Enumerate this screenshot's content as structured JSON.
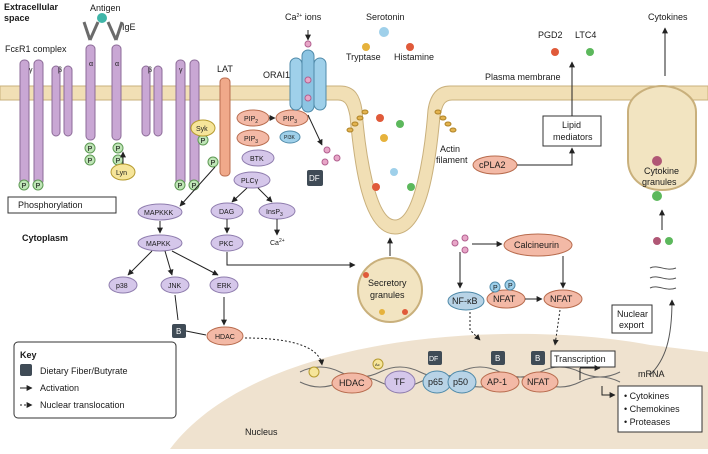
{
  "regions": {
    "extracellular_line1": "Extracellular",
    "extracellular_line2": "space",
    "cytoplasm": "Cytoplasm",
    "nucleus": "Nucleus",
    "plasma_membrane": "Plasma membrane"
  },
  "receptor": {
    "complex": "FcεR1 complex",
    "antigen": "Antigen",
    "ige": "IgE",
    "gamma": "γ",
    "beta": "β",
    "alpha": "α",
    "phosphorylation": "Phosphorylation",
    "p": "P"
  },
  "kinases": {
    "lyn": "Lyn",
    "syk": "Syk",
    "lat": "LAT",
    "mapkkk": "MAPKKK",
    "mapkk": "MAPKK",
    "p38": "p38",
    "jnk": "JNK",
    "erk": "ERK",
    "hdac": "HDAC"
  },
  "lipid_signaling": {
    "pip2_1": "PIP",
    "pip2_1_sub": "2",
    "pip3": "PIP",
    "pip3_sub": "3",
    "pip2_2": "PIP",
    "pip2_2_sub": "3",
    "pi3k": "PI3K",
    "btk": "BTK",
    "plcy": "PLCγ",
    "dag": "DAG",
    "insp3": "InsP",
    "insp3_sub": "3",
    "pkc": "PKC",
    "ca": "Ca",
    "ca_sup": "2+"
  },
  "channel": {
    "ions": "Ca",
    "ions_sup": "2+",
    "ions_suffix": " ions",
    "orai": "ORAI1",
    "df": "DF"
  },
  "mediators": {
    "serotonin": "Serotonin",
    "tryptase": "Tryptase",
    "histamine": "Histamine",
    "pgd2": "PGD2",
    "ltc4": "LTC4",
    "cytokines": "Cytokines",
    "cpla2": "cPLA2",
    "lipid_mediators_line1": "Lipid",
    "lipid_mediators_line2": "mediators",
    "actin_line1": "Actin",
    "actin_line2": "filament",
    "secretory_line1": "Secretory",
    "secretory_line2": "granules",
    "cytokine_granules_line1": "Cytokine",
    "cytokine_granules_line2": "granules"
  },
  "transcription": {
    "calcineurin": "Calcineurin",
    "nfkb": "NF-κB",
    "nfat": "NFAT",
    "p": "P",
    "b": "B",
    "df": "DF",
    "hdac": "HDAC",
    "tf": "TF",
    "p65": "p65",
    "p50": "p50",
    "ap1": "AP-1",
    "transcription": "Transcription",
    "mrna": "mRNA",
    "nuclear_export_line1": "Nuclear",
    "nuclear_export_line2": "export",
    "ac": "Ac"
  },
  "outputs": [
    "• Cytokines",
    "• Chemokines",
    "• Proteases"
  ],
  "key": {
    "title": "Key",
    "item1": "Dietary Fiber/Butyrate",
    "item2": "Activation",
    "item3": "Nuclear translocation"
  },
  "colors": {
    "receptor": "#c9a7d4",
    "lat": "#f0a98a",
    "lipid": "#f3b9a6",
    "kinase": "#d5c7ea",
    "nfkb": "#b8d3e6",
    "channel": "#9fd0ea",
    "actin": "#e3b34f",
    "nucleus": "#eee0cc",
    "membrane": "#f1dfb5",
    "blocker": "#3f4b56"
  }
}
